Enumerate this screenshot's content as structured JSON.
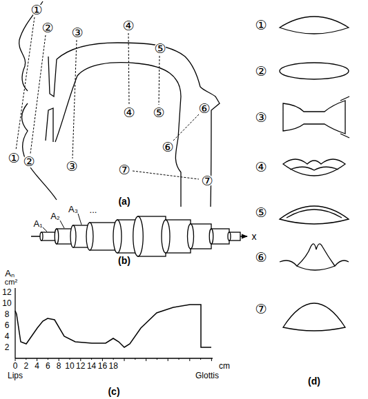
{
  "diagram": {
    "labels": [
      "①",
      "②",
      "③",
      "④",
      "⑤",
      "⑥",
      "①",
      "②",
      "③",
      "④",
      "⑤",
      "⑥",
      "⑦",
      "⑦",
      "(a)",
      "A₁",
      "A₂",
      "A₃",
      "...",
      "x",
      "(b)",
      "Aₙ",
      "cm²",
      "12",
      "10",
      "8",
      "6",
      "4",
      "2",
      "0",
      "2",
      "4",
      "6",
      "8",
      "10",
      "12",
      "14",
      "16",
      "18",
      "cm",
      "Lips",
      "Glottis",
      "(c)",
      "①",
      "②",
      "③",
      "④",
      "⑤",
      "⑥",
      "⑦",
      "(d)"
    ]
  }
}
